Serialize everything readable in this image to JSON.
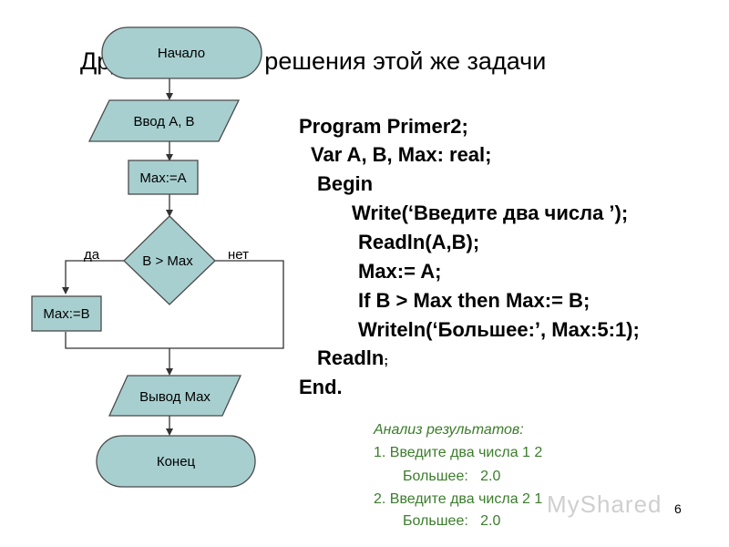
{
  "slide": {
    "title": "Другой вариант решения этой же задачи",
    "page_number": "6",
    "watermark": "MyShared"
  },
  "flowchart": {
    "start": "Начало",
    "input": "Ввод A, B",
    "assign_a": "Max:=A",
    "condition": "B > Max",
    "yes_label": "да",
    "no_label": "нет",
    "assign_b": "Max:=B",
    "output": "Вывод Max",
    "end": "Конец"
  },
  "code": {
    "lines": [
      "Program Primer2;",
      "Var A, B, Max: real;",
      "Begin",
      "Write(‘Введите два числа ’);",
      "Readln(A,B);",
      "Max:= A;",
      "If B > Max then Max:= B;",
      "Writeln(‘Большее:’, Max:5:1);",
      "Readln",
      "End."
    ],
    "readln_suffix": ";"
  },
  "analysis": {
    "heading": "Анализ результатов:",
    "case1_prompt": "1.  Введите два числа  1  2",
    "case1_result_label": "Большее:",
    "case1_result_value": "2.0",
    "case2_prompt": "2.  Введите два числа  2  1",
    "case2_result_label": "Большее:",
    "case2_result_value": "2.0"
  },
  "colors": {
    "shape_fill": "#a8cfcf",
    "shape_stroke": "#4a4a4a",
    "analysis_text": "#3a7d2a"
  }
}
